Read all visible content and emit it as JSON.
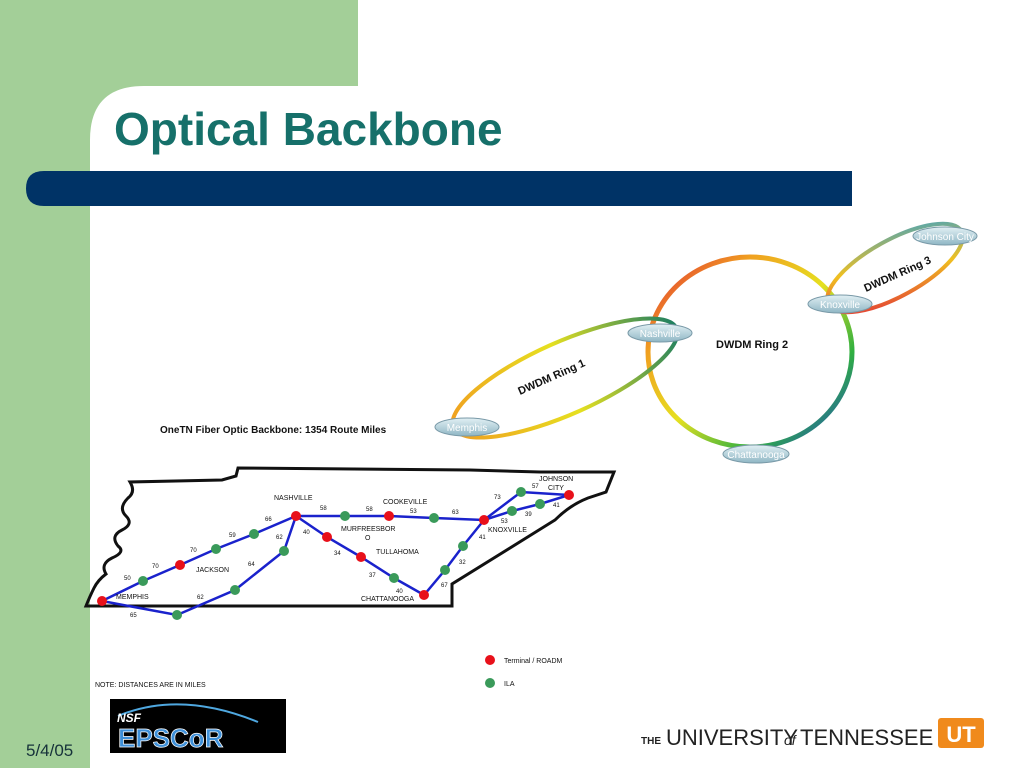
{
  "slide": {
    "title": "Optical Backbone",
    "date": "5/4/05"
  },
  "rings": {
    "ring1_label": "DWDM Ring 1",
    "ring2_label": "DWDM Ring 2",
    "ring3_label": "DWDM Ring 3",
    "city_tags": {
      "johnson_city": "Johnson City",
      "knoxville": "Knoxville",
      "nashville": "Nashville",
      "memphis": "Memphis",
      "chattanooga": "Chattanooga"
    }
  },
  "map": {
    "title": "OneTN Fiber Optic Backbone: 1354 Route Miles",
    "cities": {
      "nashville": "NASHVILLE",
      "cookeville": "COOKEVILLE",
      "murfreesboro_1": "MURFREESBOR",
      "murfreesboro_2": "O",
      "tullahoma": "TULLAHOMA",
      "jackson": "JACKSON",
      "memphis": "MEMPHIS",
      "chattanooga": "CHATTANOOGA",
      "knoxville": "KNOXVILLE",
      "johnson_1": "JOHNSON",
      "johnson_2": "CITY"
    },
    "distances": [
      "58",
      "58",
      "53",
      "63",
      "73",
      "57",
      "41",
      "39",
      "53",
      "41",
      "66",
      "59",
      "70",
      "70",
      "50",
      "65",
      "62",
      "64",
      "62",
      "40",
      "34",
      "37",
      "40",
      "67",
      "32"
    ],
    "legend": {
      "terminal": "Terminal / ROADM",
      "ila": "ILA"
    },
    "note": "NOTE: DISTANCES ARE IN MILES"
  },
  "logos": {
    "nsf": "NSF",
    "epscor": "EPSCoR",
    "ut_the": "THE",
    "ut_name": "UNIVERSITY",
    "ut_of": "of",
    "ut_state": "TENNESSEE",
    "ut_mark": "UT"
  },
  "colors": {
    "background": "#a3cf98",
    "title": "#16706a",
    "bar": "#003366",
    "terminal_node": "#e8101a",
    "ila_node": "#3a9a5a",
    "route_line": "#1a22cc",
    "ut_orange": "#f08a1c"
  }
}
